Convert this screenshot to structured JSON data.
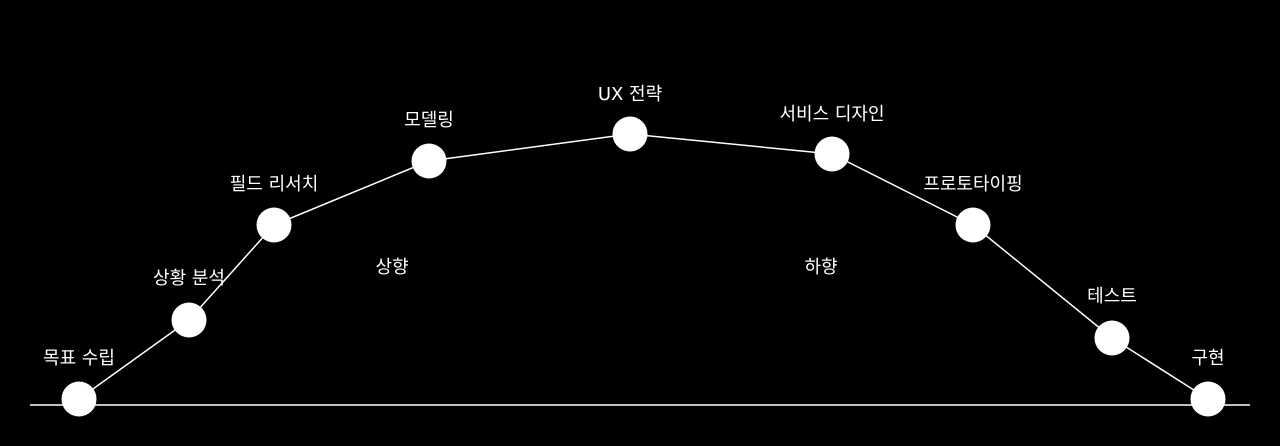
{
  "colors": {
    "background": "#000000",
    "foreground": "#ffffff"
  },
  "stages": [
    {
      "label": "목표 수립"
    },
    {
      "label": "상황 분석"
    },
    {
      "label": "필드 리서치"
    },
    {
      "label": "모델링"
    },
    {
      "label": "UX 전략"
    },
    {
      "label": "서비스 디자인"
    },
    {
      "label": "프로토타이핑"
    },
    {
      "label": "테스트"
    },
    {
      "label": "구현"
    }
  ],
  "phases": {
    "ascending": "상향",
    "descending": "하향"
  }
}
